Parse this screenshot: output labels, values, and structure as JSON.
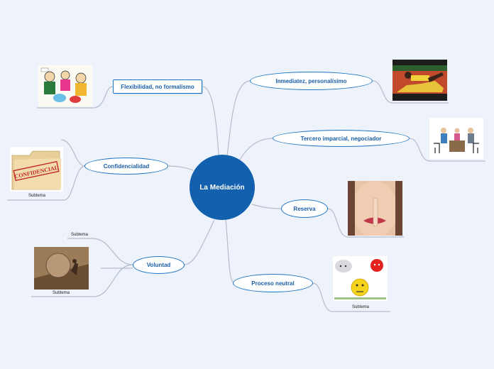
{
  "central": {
    "label": "La Mediación"
  },
  "topics": {
    "flexibilidad": "Flexibilidad, no formalismo",
    "confidencialidad": "Confidencialidad",
    "voluntad": "Voluntad",
    "inmediatez": "Inmediatez, personalísimo",
    "tercero": "Tercero imparcial, negociador",
    "reserva": "Reserva",
    "proceso": "Proceso neutral"
  },
  "images": {
    "confidential_stamp": "CONFIDENCIAL"
  },
  "subtopics": {
    "confidencialidad_sub": "Subtema",
    "voluntad_sub_top": "Subtema",
    "voluntad_sub_bottom": "Subtema",
    "proceso_sub": "Subtema"
  },
  "colors": {
    "background": "#eef2fb",
    "central_fill": "#1260ae",
    "node_border": "#1a74c4",
    "node_text": "#1a5fa8",
    "connector": "#b4bccb"
  }
}
